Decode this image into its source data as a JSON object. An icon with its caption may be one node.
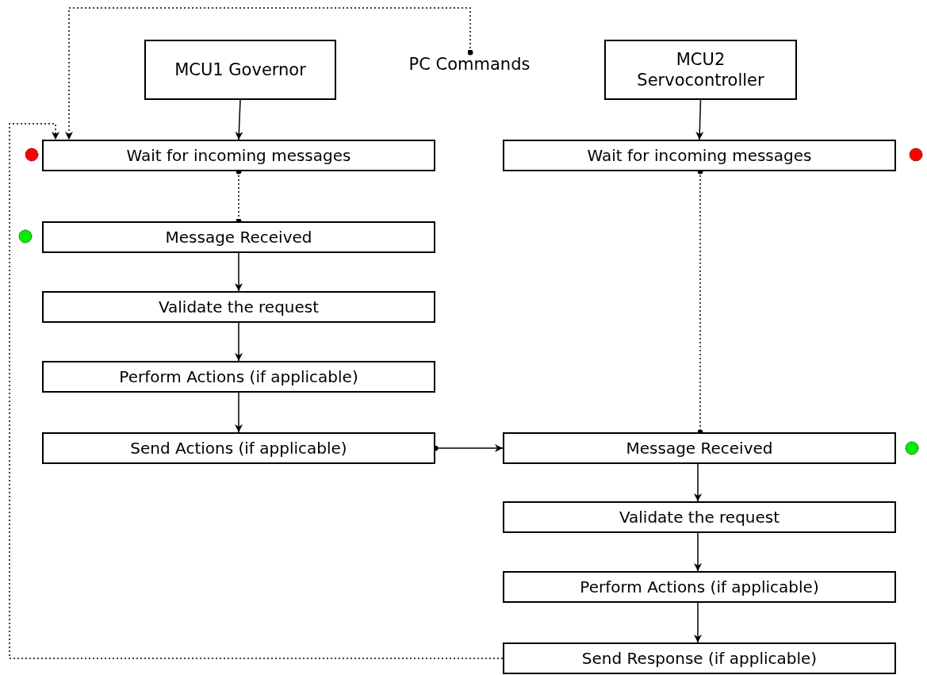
{
  "diagram": {
    "nodes": [
      {
        "text": [
          "MCU1 Governor"
        ]
      },
      {
        "text": [
          "PC Commands"
        ]
      },
      {
        "text": [
          "MCU2 Servocontroller"
        ]
      },
      {
        "text": [
          "Wait for incoming messages"
        ]
      },
      {
        "text": [
          "Message Received"
        ]
      },
      {
        "text": [
          "Validate the request"
        ]
      },
      {
        "text": [
          "Perform Actions (if applicable)"
        ]
      },
      {
        "text": [
          "Send Actions (if applicable)"
        ]
      },
      {
        "text": [
          "Wait for incoming messages"
        ]
      },
      {
        "text": [
          "Message Received"
        ]
      },
      {
        "text": [
          "Validate the request"
        ]
      },
      {
        "text": [
          "Perform Actions (if applicable)"
        ]
      },
      {
        "text": [
          "Send Response (if applicable)"
        ]
      },
      {
        "text": [],
        "shape": "circle"
      },
      {
        "text": [],
        "shape": "circle"
      },
      {
        "text": [],
        "shape": "circle"
      },
      {
        "text": [],
        "shape": "circle"
      }
    ],
    "edges": [
      {
        "from": 0,
        "to": 3,
        "arrow": "to"
      },
      {
        "from": 1,
        "to": 3,
        "arrow": "to",
        "style": "dashed"
      },
      {
        "from": 12,
        "to": 3,
        "arrow": "to",
        "style": "dashed"
      },
      {
        "from": 3,
        "to": 4,
        "arrow": "other",
        "style": "dashed"
      },
      {
        "from": 4,
        "to": 5,
        "arrow": "to"
      },
      {
        "from": 5,
        "to": 6,
        "arrow": "to"
      },
      {
        "from": 6,
        "to": 7,
        "arrow": "to"
      },
      {
        "from": 7,
        "to": 9,
        "arrow": "to"
      },
      {
        "from": 2,
        "to": 8,
        "arrow": "to"
      },
      {
        "from": 8,
        "to": 9,
        "arrow": "other",
        "style": "dashed"
      },
      {
        "from": 9,
        "to": 10,
        "arrow": "to"
      },
      {
        "from": 10,
        "to": 11,
        "arrow": "to"
      },
      {
        "from": 11,
        "to": 12,
        "arrow": "to"
      }
    ]
  }
}
